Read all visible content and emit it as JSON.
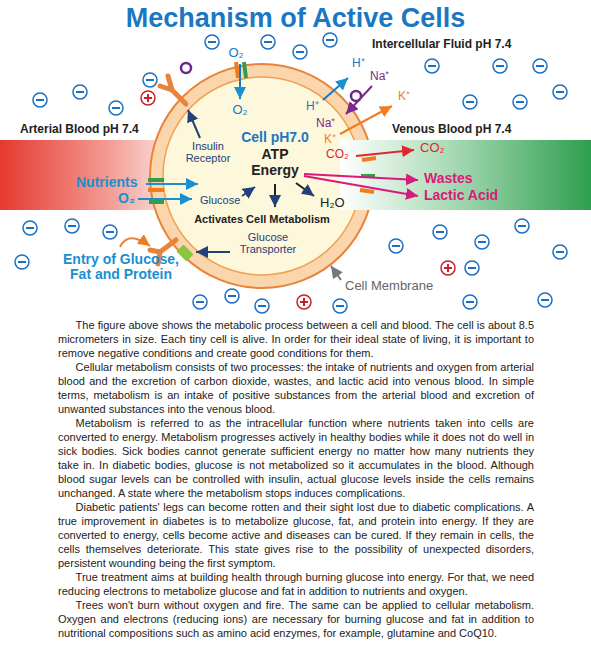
{
  "diagram": {
    "title": "Mechanism of Active Cells",
    "nodes": [
      {
        "text": [
          "Arterial Blood pH 7.4",
          "Nutrients",
          "O₂"
        ]
      },
      {
        "text": [
          "O₂",
          "Insulin Receptor",
          "Cell pH7.0",
          "H⁺",
          "Na⁺",
          "K⁺",
          "CO₂",
          "ATP",
          "Energy",
          "Glucose",
          "H₂O",
          "Activates Cell Metabolism",
          "Glucose Transporter"
        ]
      },
      {
        "text": [
          "Venous Blood pH 7.4",
          "CO₂",
          "Wastes",
          "Lactic Acid"
        ]
      }
    ],
    "labels": [
      "Intercellular Fluid pH 7.4",
      "O₂",
      "H⁺",
      "Na⁺",
      "K⁺",
      "Entry of Glucose, Fat and Protein",
      "Cell Membrane",
      "The figure above shows the metabolic process between a cell and blood. The cell is about 8.5 micrometers in size. Each tiny cell is alive. In order for their ideal state of living, it is important to remove negative conditions and create good conditions for them.",
      "Cellular metabolism consists of two processes: the intake of nutrients and oxygen from arterial blood and the excretion of carbon dioxide, wastes, and lactic acid into venous blood. In simple terms, metabolism is an intake of positive substances from the arterial blood and excretion of unwanted substances into the venous blood.",
      "Metabolism is referred to as the intracellular function where nutrients taken into cells are converted to energy. Metabolism progresses actively in healthy bodies while it does not do well in sick bodies. Sick bodies cannot generate sufficient energy no matter how many nutrients they take in. In diabetic bodies, glucose is not metabolized so it accumulates in the blood. Although blood sugar levels can be controlled with insulin, actual glucose levels inside the cells remains unchanged. A state where the metabolism stops induces complications.",
      "Diabetic patients' legs can become rotten and their sight lost due to diabetic complications. A true improvement in diabetes is to metabolize glucose, fat, and protein into energy. If they are converted to energy, cells become active and diseases can be cured. If they remain in cells, the cells themselves deteriorate. This state gives rise to the possibility of unexpected disorders, persistent wounding being the first symptom.",
      "True treatment aims at building health through burning glucose into energy. For that, we need reducing electrons to metabolize glucose and fat in addition to nutrients and oxygen.",
      "Trees won't burn without oxygen and fire. The same can be applied to cellular metabolism. Oxygen and electrons (reducing ions) are necessary for burning glucose and fat in addition to nutritional compositions such as amino acid enzymes, for example, glutamine and CoQ10."
    ]
  }
}
